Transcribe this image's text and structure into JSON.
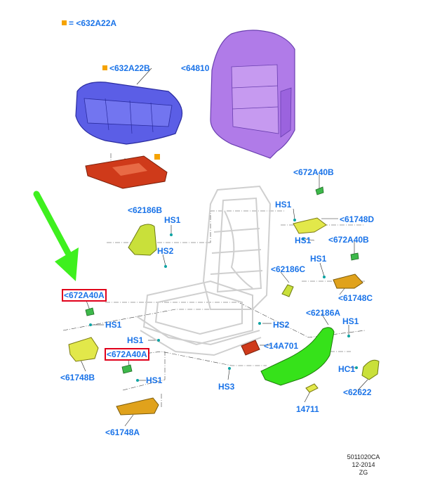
{
  "colors": {
    "label_blue": "#1a73e8",
    "highlight_red": "#e0001b",
    "arrow_green": "#3ef01e",
    "note_orange": "#f5a300",
    "cushion_blue": "#5b5ee6",
    "backrest_purple": "#b07be8",
    "heater_red": "#cf3a1a",
    "trim_green": "#36e21a",
    "bracket_yellow": "#e2e84a",
    "bracket_orange": "#e0a21c"
  },
  "legend": {
    "text": "= <632A22A",
    "icon": "orange-square"
  },
  "labels": {
    "cushion": "<632A22B",
    "backrest": "<64810",
    "top_a40b": "672A40B",
    "upper_hs1": "HS1",
    "bracket_d": "<61748D",
    "left_hs1": "HS1",
    "cover_62186b": "<62186B",
    "mid_hs1": "HS1",
    "a40b_2": "<672A40B",
    "hs2_left": "HS2",
    "hs1_c": "HS1",
    "cover_62186c": "<62186C",
    "bracket_c": "<61748C",
    "boxed_a40a_1": "<672A40A",
    "hs1_b": "HS1",
    "cover_62186a": "<62186A",
    "hs1_right": "HS1",
    "hs2_center": "HS2",
    "bracket_b": "<61748B",
    "hs1_center": "HS1",
    "part_14a701": "14A701",
    "boxed_a40a_2": "<672A40A",
    "hs1_a": "HS1",
    "hc1": "HC1",
    "hs3": "HS3",
    "part_14711": "14711",
    "bracket_a": "<61748A",
    "knob_62622": "<62622"
  },
  "footer": {
    "code": "5011020CA",
    "date": "12-2014",
    "initials": "ZG"
  }
}
